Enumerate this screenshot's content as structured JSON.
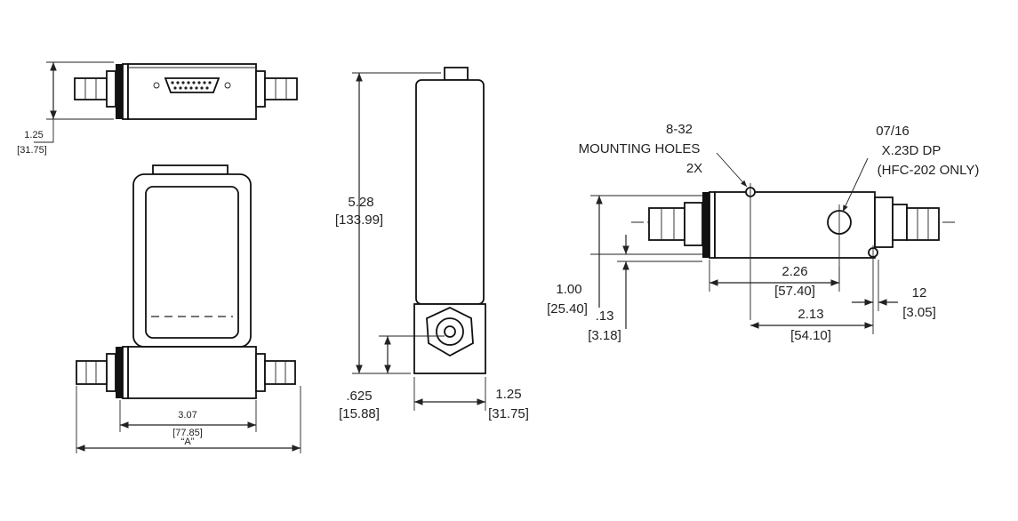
{
  "dimensions": {
    "top_view_height": {
      "inch": "1.25",
      "mm": "[31.75]"
    },
    "front_body_length": {
      "inch": "3.07",
      "mm": "[77.85]"
    },
    "overall_length": {
      "label": "“A”"
    },
    "side_height": {
      "inch": "5.28",
      "mm": "[133.99]"
    },
    "side_inlet_height": {
      "inch": ".625",
      "mm": "[15.88]"
    },
    "side_width": {
      "inch": "1.25",
      "mm": "[31.75]"
    },
    "bottom_height": {
      "inch": "1.00",
      "mm": "[25.40]"
    },
    "bottom_hole_offset": {
      "inch": ".13",
      "mm": "[3.18]"
    },
    "bottom_hole_spacing": {
      "inch": "2.26",
      "mm": "[57.40]"
    },
    "bottom_port_spacing": {
      "inch": "2.13",
      "mm": "[54.10]"
    },
    "bottom_end_offset": {
      "inch": "12",
      "mm": "[3.05]"
    }
  },
  "notes": {
    "mounting_holes": {
      "line1": "8-32",
      "line2": "MOUNTING HOLES",
      "line3": "2X"
    },
    "port_hole": {
      "line1": "07/16",
      "line2": "X.23D DP",
      "line3": "(HFC-202 ONLY)"
    }
  }
}
